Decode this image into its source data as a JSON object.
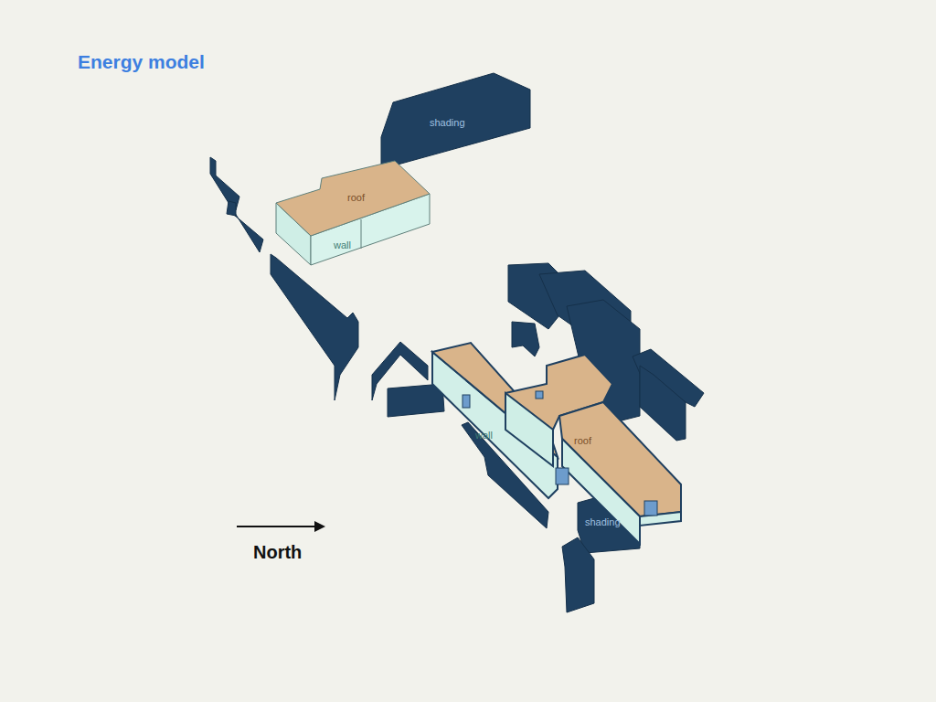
{
  "diagram": {
    "title": "Energy model",
    "labels": [
      "North",
      "roof",
      "roof",
      "wall",
      "wall",
      "shading",
      "shading"
    ]
  }
}
